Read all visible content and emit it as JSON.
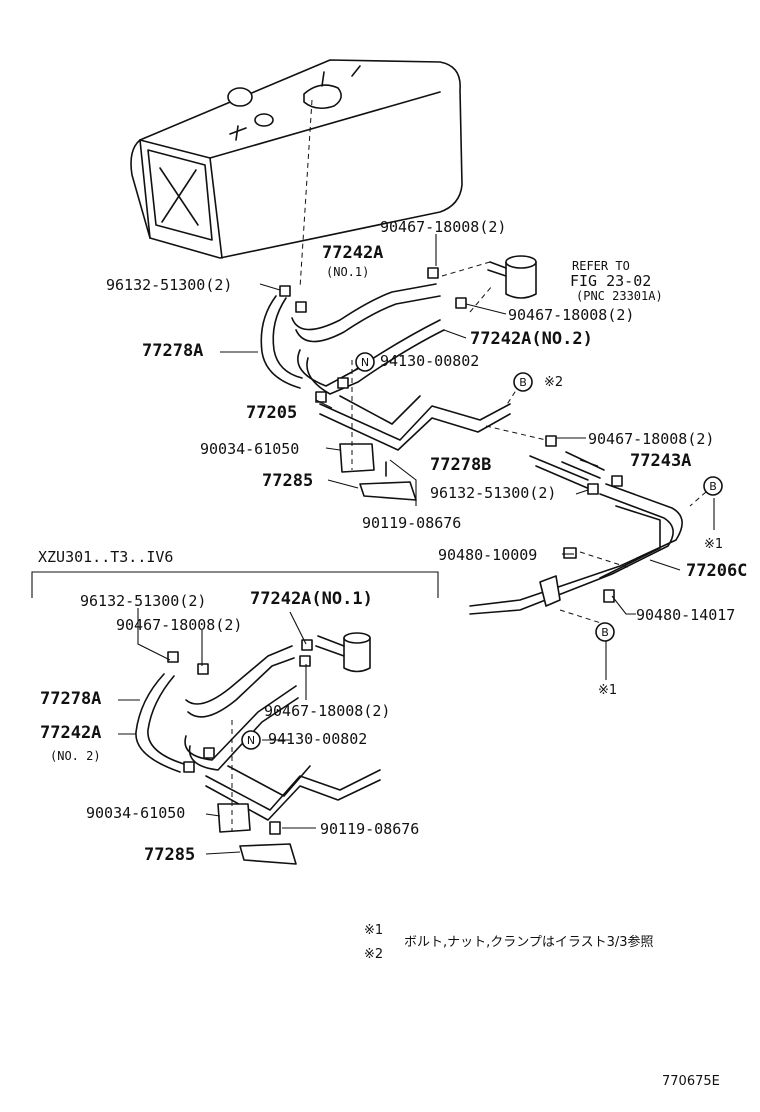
{
  "labels": {
    "p90467_top": "90467-18008(2)",
    "p77242A_top": "77242A",
    "no1_top": "(NO.1)",
    "refer1": "REFER TO",
    "refer2": "FIG 23-02",
    "refer3": "(PNC 23301A)",
    "p96132_top": "96132-51300(2)",
    "p90467_mid": "90467-18008(2)",
    "p77278A_top": "77278A",
    "p77242A_no2": "77242A(NO.2)",
    "p94130_top": "94130-00802",
    "ref2": "※2",
    "p77205": "77205",
    "p90034_top": "90034-61050",
    "p90467_right": "90467-18008(2)",
    "p77278B": "77278B",
    "p77243A": "77243A",
    "p77285_top": "77285",
    "p96132_mid": "96132-51300(2)",
    "p90119_top": "90119-08676",
    "ref1_a": "※1",
    "variant": "XZU301..T3..IV6",
    "p90480_10009": "90480-10009",
    "p77206C": "77206C",
    "p96132_bot": "96132-51300(2)",
    "p77242A_no1_bot": "77242A(NO.1)",
    "p90480_14017": "90480-14017",
    "p90467_bot1": "90467-18008(2)",
    "ref1_b": "※1",
    "p77278A_bot": "77278A",
    "p77242A_bot": "77242A",
    "no2_bot": "(NO. 2)",
    "p90467_bot2": "90467-18008(2)",
    "p94130_bot": "94130-00802",
    "p90034_bot": "90034-61050",
    "p90119_bot": "90119-08676",
    "p77285_bot": "77285",
    "note_mark1": "※1",
    "note_mark2": "※2",
    "note_text": "ボルト,ナット,クランプはイラスト3/3参照",
    "diagram_code": "770675E"
  },
  "callouts": {
    "n": "N",
    "b": "B"
  }
}
